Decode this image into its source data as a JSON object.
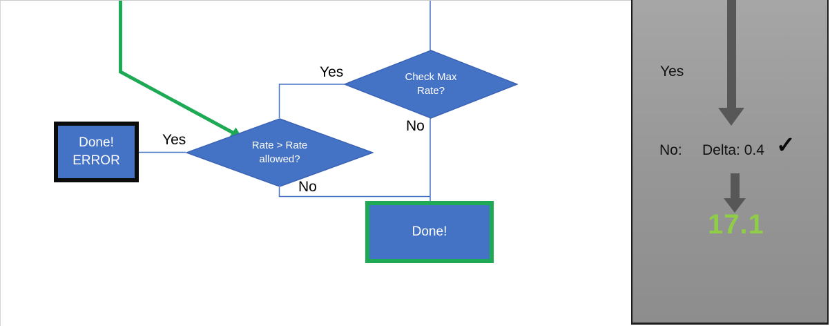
{
  "colors": {
    "shape_blue": "#4472C4",
    "shape_blue_border": "#3A62B5",
    "connector_blue": "#4472C4",
    "green": "#1EAA55",
    "result_green": "#8FCC48",
    "arrow_gray": "#575757",
    "panel_border": "#1C1C1C",
    "box_black_border": "#0B0B0B"
  },
  "flowchart": {
    "check_max_rate": {
      "line1": "Check Max",
      "line2": "Rate?"
    },
    "rate_allowed": {
      "line1": "Rate > Rate",
      "line2": "allowed?"
    },
    "done_error": {
      "line1": "Done!",
      "line2": "ERROR"
    },
    "done": {
      "label": "Done!"
    },
    "labels": {
      "check_yes": "Yes",
      "check_no": "No",
      "rate_yes": "Yes",
      "rate_no": "No"
    }
  },
  "panel": {
    "yes_label": "Yes",
    "no_label": "No:",
    "delta_value": "Delta: 0.4",
    "checkmark": "✓",
    "result_value": "17.1"
  }
}
